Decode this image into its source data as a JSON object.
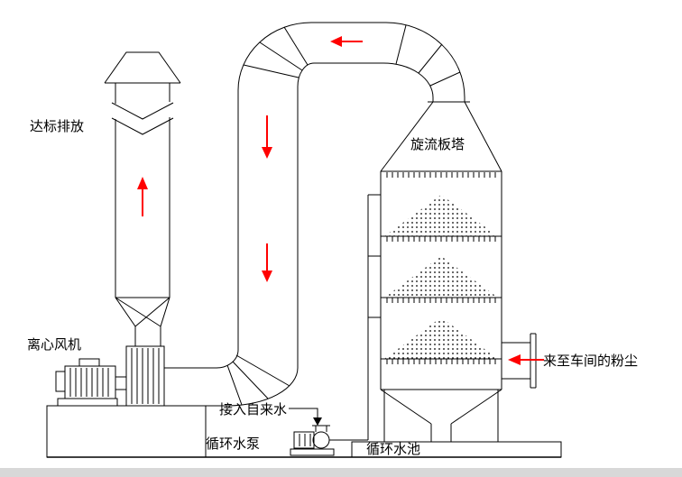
{
  "diagram": {
    "colors": {
      "line": "#000000",
      "arrow": "#ff0000",
      "floor": "#d8d8d8",
      "background": "#ffffff"
    },
    "labels": {
      "emission": "达标排放",
      "fan": "离心风机",
      "tower": "旋流板塔",
      "dust_source": "来至车间的粉尘",
      "tap_water": "接入自来水",
      "pump": "循环水泵",
      "pool": "循环水池"
    },
    "flow_arrows": [
      {
        "id": "stack-up",
        "direction": "up"
      },
      {
        "id": "duct-down-upper",
        "direction": "down"
      },
      {
        "id": "duct-down-lower",
        "direction": "down"
      },
      {
        "id": "top-duct-left",
        "direction": "left"
      },
      {
        "id": "dust-inlet-left",
        "direction": "left"
      }
    ]
  }
}
